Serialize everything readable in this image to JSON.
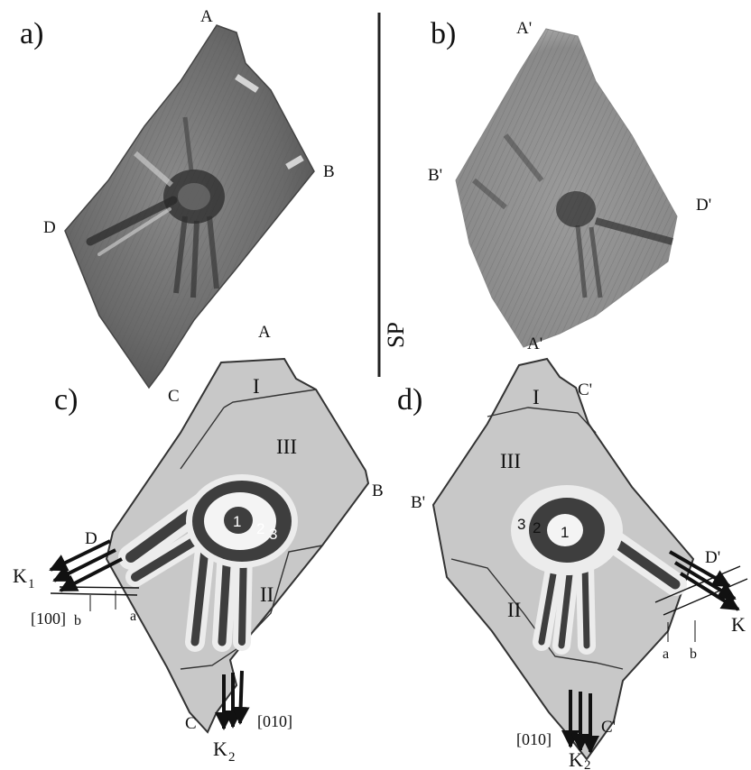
{
  "panels": {
    "a": "a)",
    "b": "b)",
    "c": "c)",
    "d": "d)"
  },
  "separator_label": "SP",
  "photo_a": {
    "corners": {
      "A": "A",
      "B": "B",
      "C": "C",
      "D": "D"
    }
  },
  "photo_b": {
    "corners": {
      "A": "A'",
      "B": "B'",
      "C": "C'",
      "D": "D'"
    }
  },
  "schematic_c": {
    "corners": {
      "A": "A",
      "B": "B",
      "C": "C",
      "D": "D"
    },
    "regions": {
      "I": "I",
      "II": "II",
      "III": "III"
    },
    "zones": {
      "z1": "1",
      "z2": "2",
      "z3": "3"
    },
    "direction_100": "[100]",
    "direction_010": "[010]",
    "spacing_a": "a",
    "spacing_b": "b",
    "k1_main": "K",
    "k1_sub": "1",
    "k2_main": "K",
    "k2_sub": "2"
  },
  "schematic_d": {
    "corners": {
      "A": "A'",
      "B": "B'",
      "C": "C'",
      "D": "D'"
    },
    "regions": {
      "I": "I",
      "II": "II",
      "III": "III"
    },
    "zones": {
      "z1": "1",
      "z2": "2",
      "z3": "3"
    },
    "direction_010": "[010]",
    "spacing_a": "a",
    "spacing_b": "b",
    "k1_main": "K",
    "k2_main": "K",
    "k2_sub": "2"
  },
  "colors": {
    "crystal_fill": "#c8c8c8",
    "outline": "#333333",
    "dark_band": "#3e3e3e",
    "photo_dark": "#3a3a3a"
  }
}
